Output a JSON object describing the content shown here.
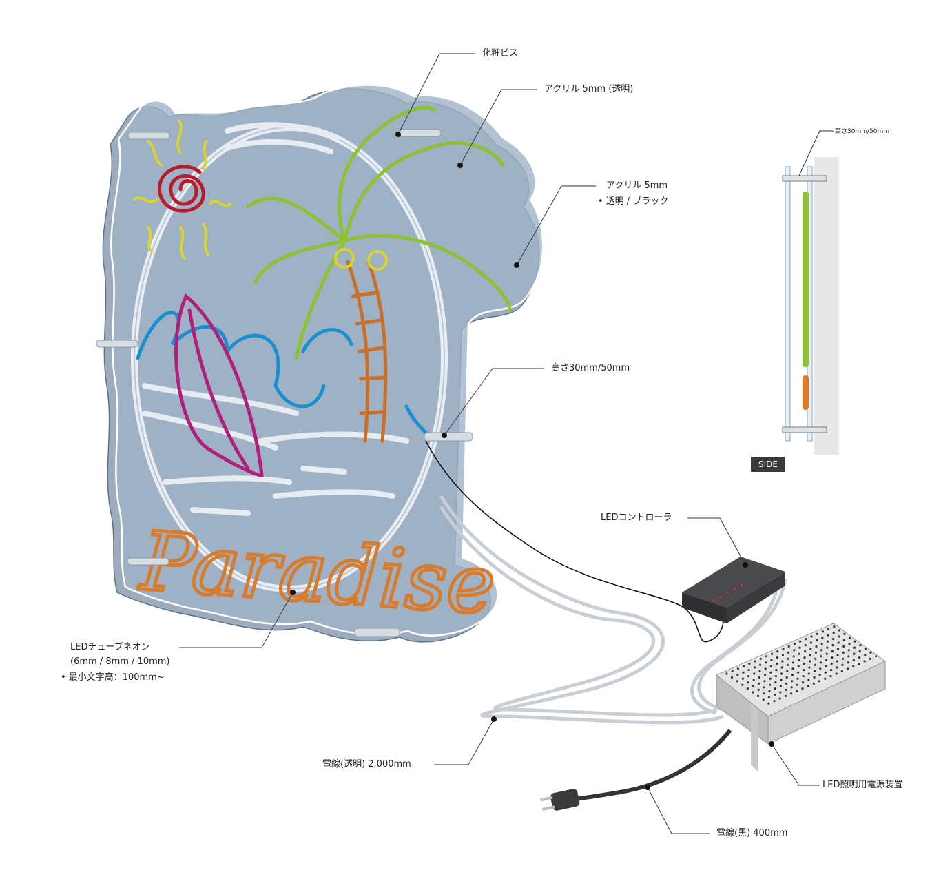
{
  "labels": {
    "screw": "化粧ビス",
    "acrylic_front": "アクリル 5mm (透明)",
    "acrylic_back_line1": "アクリル 5mm",
    "acrylic_back_line2": "透明 / ブラック",
    "height": "高さ30mm/50mm",
    "side_height": "高さ30mm/50mm",
    "side": "SIDE",
    "controller": "LEDコントローラ",
    "neon_line1": "LEDチューブネオン",
    "neon_line2": "(6mm / 8mm / 10mm)",
    "neon_line3": "最小文字高：100mm~",
    "wire_clear": "電線(透明) 2,000mm",
    "power_supply": "LED照明用電源装置",
    "wire_black": "電線(黒) 400mm"
  },
  "sign_text": "Paradise",
  "colors": {
    "acrylic": "#8ea3b8",
    "acrylic_back": "#6f859b",
    "neon_yellow": "#d8d430",
    "neon_red": "#b81c2c",
    "neon_green": "#8cc230",
    "neon_blue": "#1a8fd0",
    "neon_magenta": "#b0207a",
    "neon_orange": "#d77b2c",
    "controller": "#3a3a3c",
    "wire_black": "#222222"
  }
}
